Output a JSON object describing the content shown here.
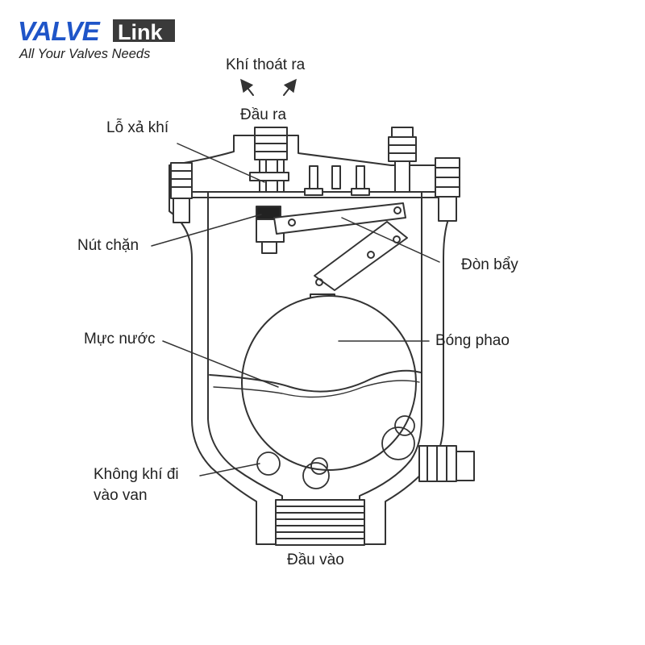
{
  "brand": {
    "logo_valve": "VALVE",
    "logo_link": "Link",
    "tagline": "All Your Valves Needs",
    "color_blue": "#1f55c8",
    "color_dark": "#3a3a3a"
  },
  "labels": {
    "air_out": "Khí thoát ra",
    "outlet": "Đầu ra",
    "vent_hole": "Lỗ xả khí",
    "stopper": "Nút chặn",
    "lever": "Đòn bẩy",
    "water_level": "Mực nước",
    "float_ball": "Bóng phao",
    "air_in_line1": "Không khí đi",
    "air_in_line2": "vào van",
    "inlet": "Đầu vào"
  }
}
